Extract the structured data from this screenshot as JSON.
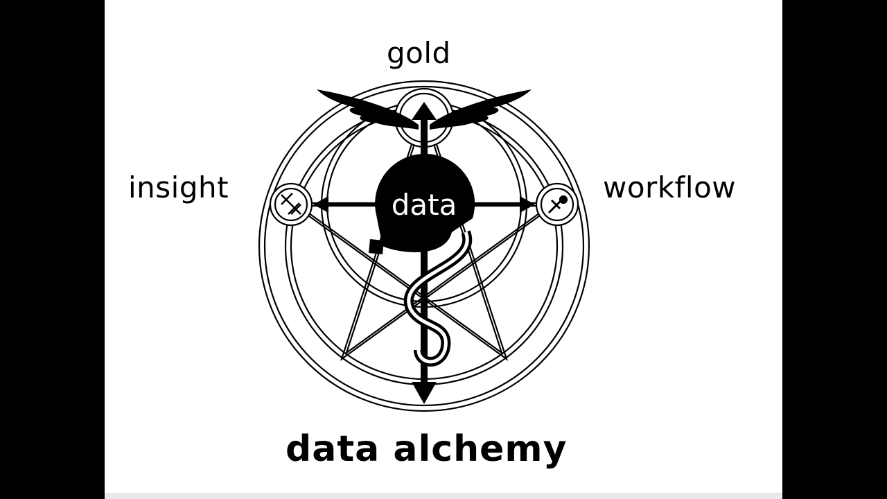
{
  "diagram": {
    "top_label": "gold",
    "left_label": "insight",
    "right_label": "workflow",
    "center_label": "data",
    "title": "data alchemy"
  },
  "colors": {
    "ink": "#000000",
    "paper": "#ffffff",
    "frame": "#000000"
  },
  "icons": {
    "left_node": "trident-icon",
    "right_node": "hammer-cross-icon",
    "staff": "caduceus-staff-icon",
    "wings": "wings-icon",
    "serpent": "serpent-icon",
    "star": "pentagram-icon"
  }
}
